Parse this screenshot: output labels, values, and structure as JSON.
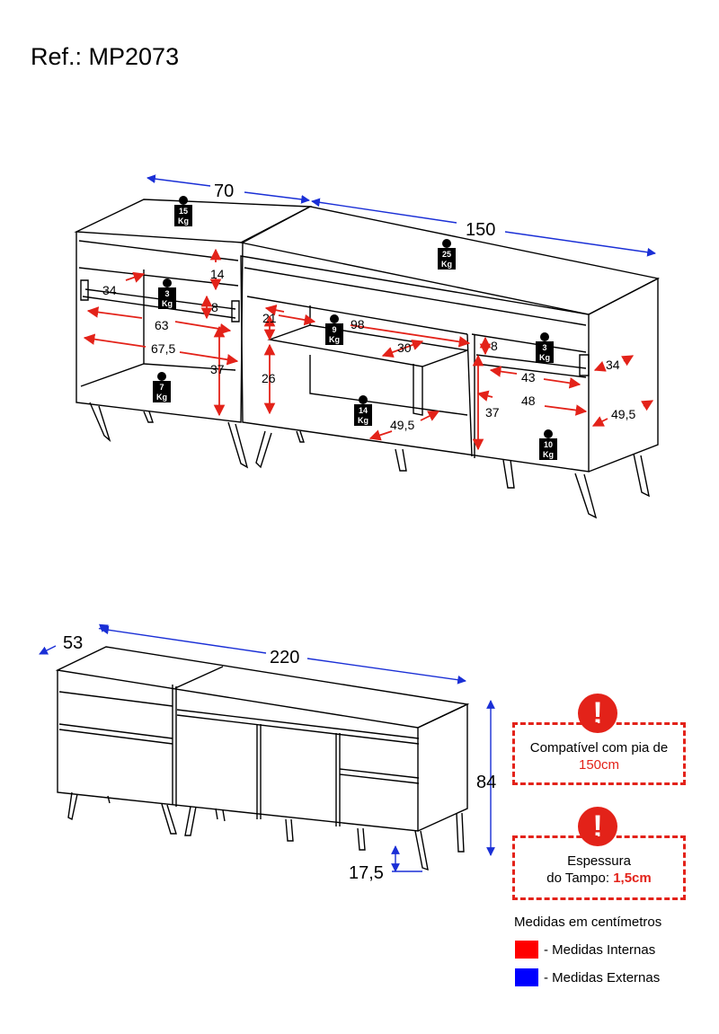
{
  "ref": "Ref.: MP2073",
  "top_view": {
    "external": {
      "left_width": "70",
      "right_width": "150"
    },
    "internal": [
      "14",
      "34",
      "8",
      "63",
      "67,5",
      "37",
      "21",
      "98",
      "26",
      "30",
      "49,5",
      "8",
      "43",
      "34",
      "48",
      "37",
      "49,5"
    ],
    "weights": [
      {
        "num": "15",
        "unit": "Kg"
      },
      {
        "num": "25",
        "unit": "Kg"
      },
      {
        "num": "3",
        "unit": "Kg"
      },
      {
        "num": "7",
        "unit": "Kg"
      },
      {
        "num": "9",
        "unit": "Kg"
      },
      {
        "num": "14",
        "unit": "Kg"
      },
      {
        "num": "3",
        "unit": "Kg"
      },
      {
        "num": "10",
        "unit": "Kg"
      }
    ]
  },
  "front_view": {
    "depth": "53",
    "width": "220",
    "height": "84",
    "foot_height": "17,5"
  },
  "notices": {
    "sink": {
      "line1": "Compatível com pia de",
      "line2": "150cm",
      "icon": "exclamation-icon"
    },
    "top": {
      "line1": "Espessura",
      "line2_prefix": "do Tampo: ",
      "line2_value": "1,5cm",
      "icon": "exclamation-icon"
    }
  },
  "legend": {
    "title": "Medidas em centímetros",
    "internal": {
      "label": "- Medidas Internas",
      "color": "#ff0000"
    },
    "external": {
      "label": "- Medidas Externas",
      "color": "#0000ff"
    }
  },
  "colors": {
    "internal": "#e32219",
    "external": "#1a2fd6",
    "notice": "#e32219"
  }
}
